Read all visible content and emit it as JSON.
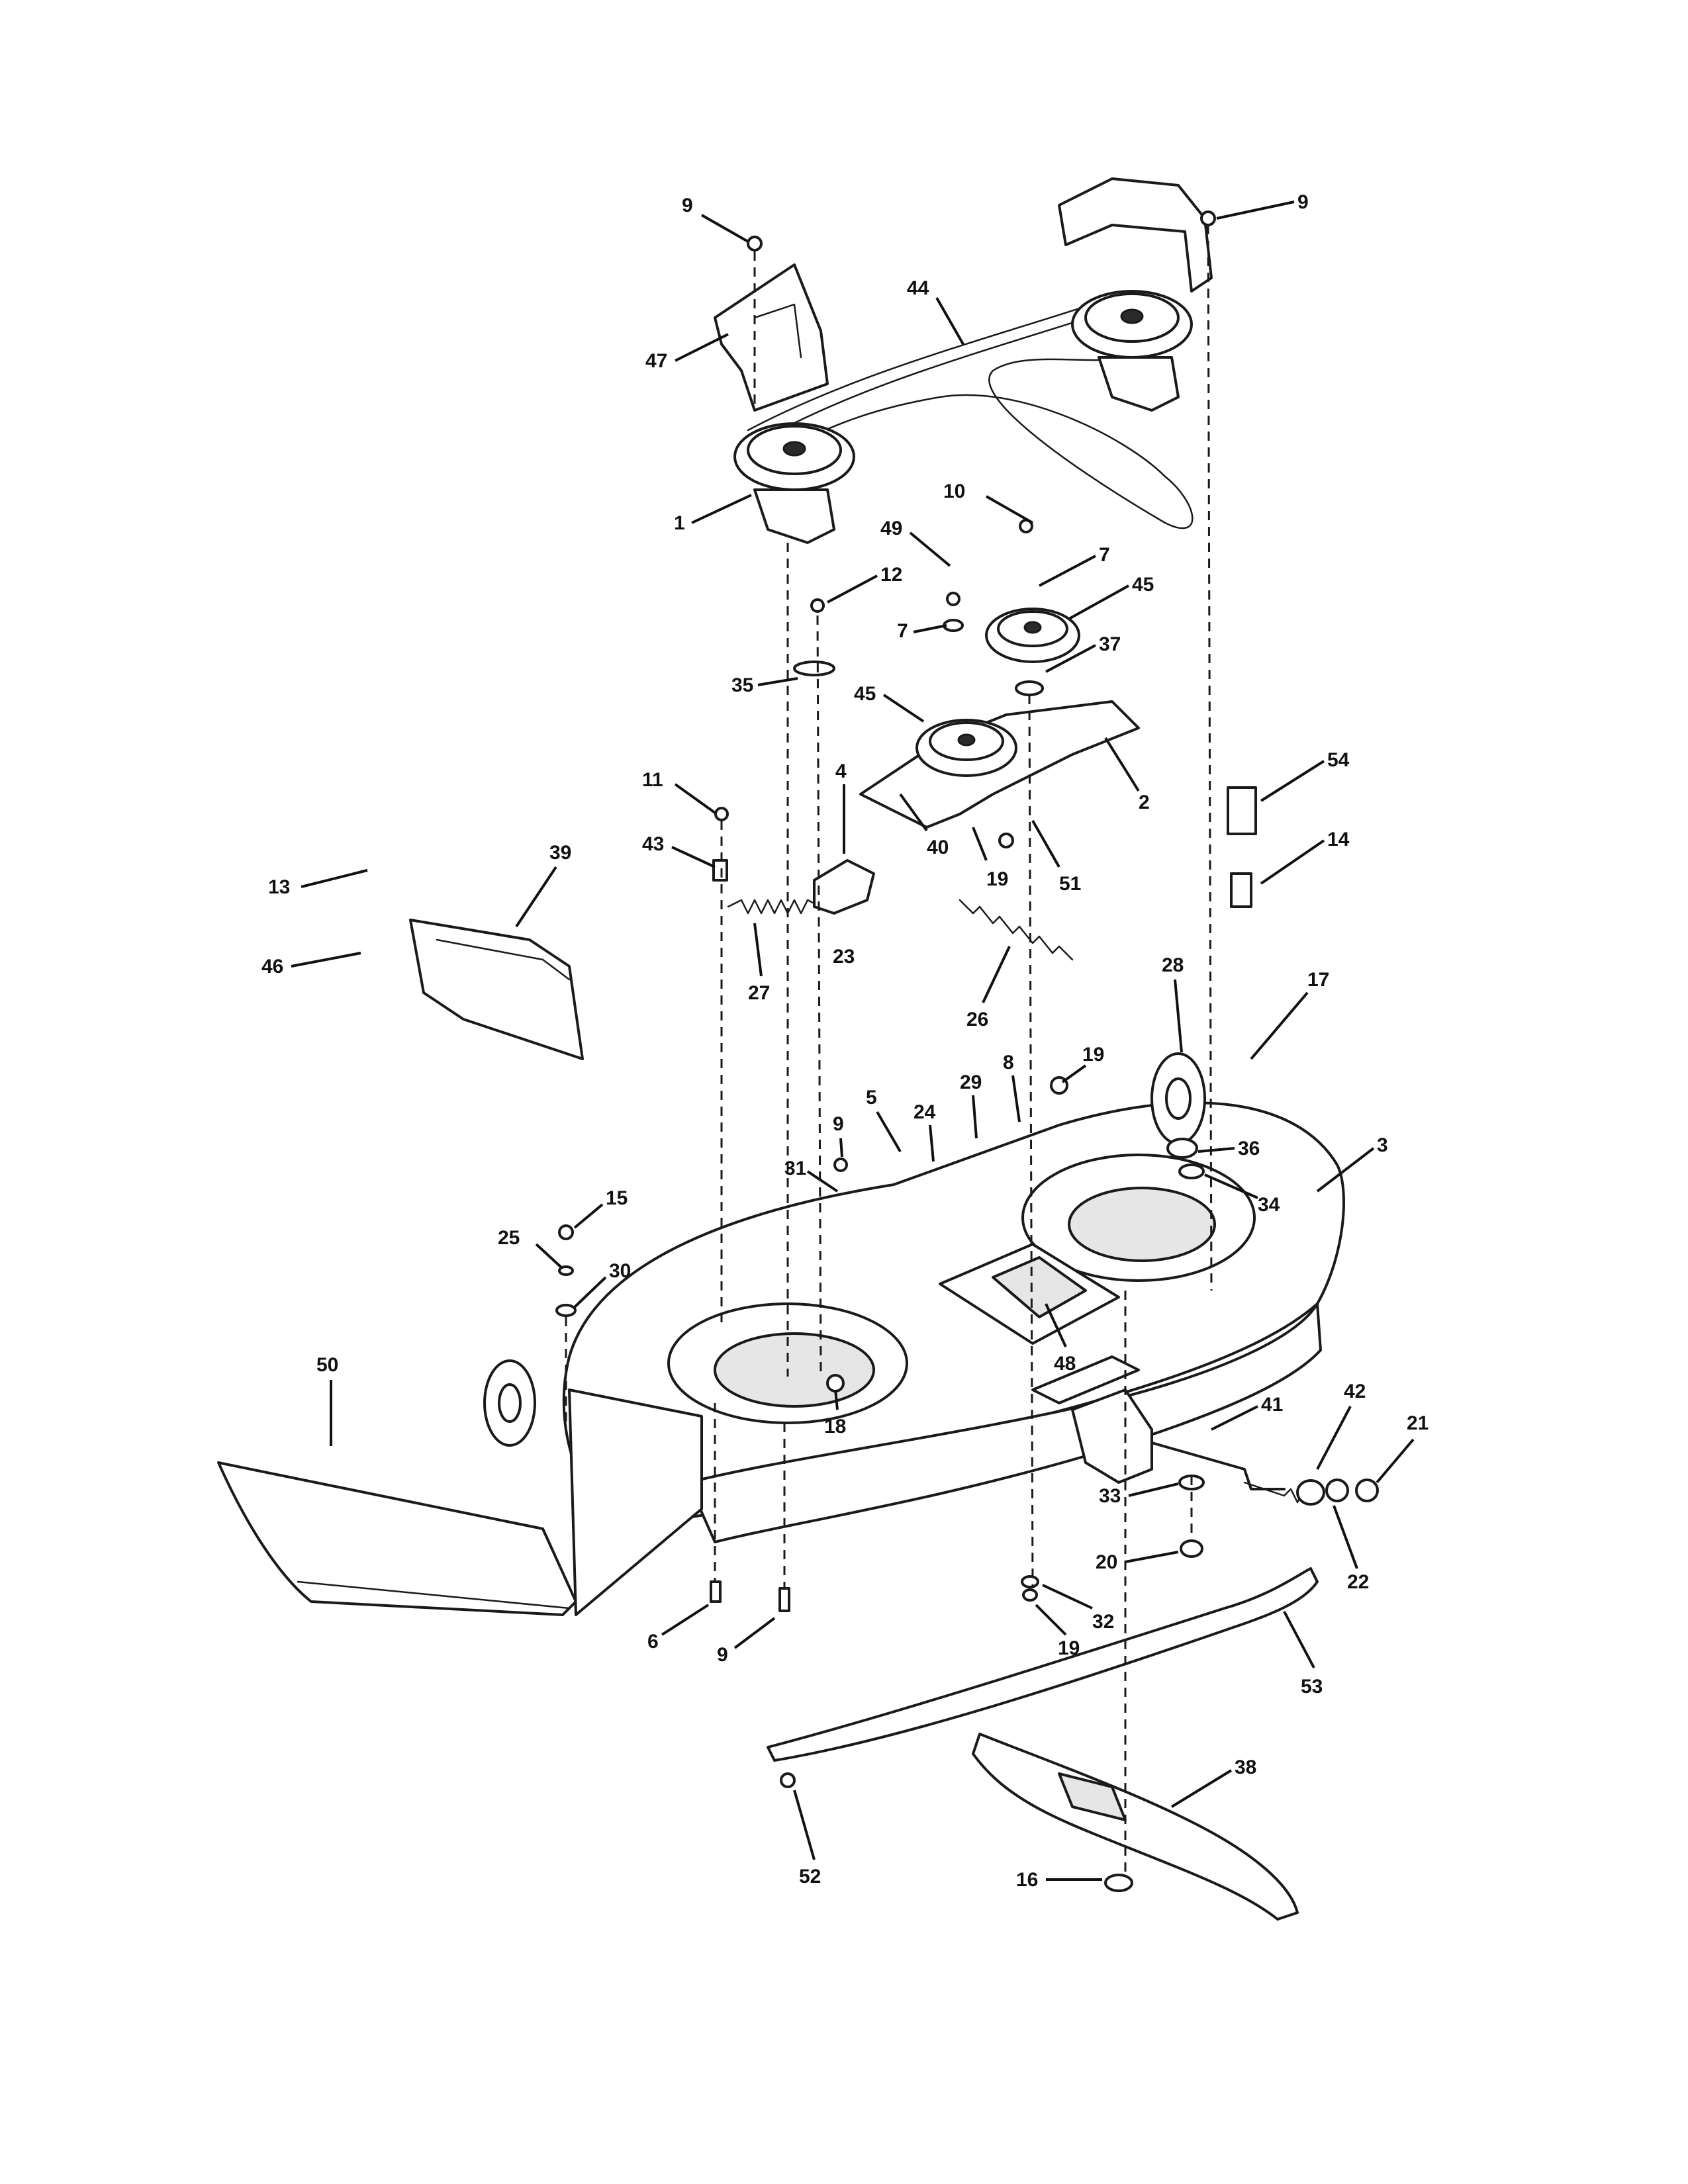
{
  "callouts": [
    {
      "id": "c9a",
      "label": "9"
    },
    {
      "id": "c9b",
      "label": "9"
    },
    {
      "id": "c44",
      "label": "44"
    },
    {
      "id": "c47",
      "label": "47"
    },
    {
      "id": "c1",
      "label": "1"
    },
    {
      "id": "c10",
      "label": "10"
    },
    {
      "id": "c49",
      "label": "49"
    },
    {
      "id": "c7a",
      "label": "7"
    },
    {
      "id": "c45a",
      "label": "45"
    },
    {
      "id": "c12",
      "label": "12"
    },
    {
      "id": "c7b",
      "label": "7"
    },
    {
      "id": "c37",
      "label": "37"
    },
    {
      "id": "c35",
      "label": "35"
    },
    {
      "id": "c45b",
      "label": "45"
    },
    {
      "id": "c2",
      "label": "2"
    },
    {
      "id": "c54",
      "label": "54"
    },
    {
      "id": "c11",
      "label": "11"
    },
    {
      "id": "c4",
      "label": "4"
    },
    {
      "id": "c40",
      "label": "40"
    },
    {
      "id": "c19a",
      "label": "19"
    },
    {
      "id": "c51",
      "label": "51"
    },
    {
      "id": "c14",
      "label": "14"
    },
    {
      "id": "c13",
      "label": "13"
    },
    {
      "id": "c39",
      "label": "39"
    },
    {
      "id": "c43",
      "label": "43"
    },
    {
      "id": "c23",
      "label": "23"
    },
    {
      "id": "c46",
      "label": "46"
    },
    {
      "id": "c27",
      "label": "27"
    },
    {
      "id": "c26",
      "label": "26"
    },
    {
      "id": "c28",
      "label": "28"
    },
    {
      "id": "c17",
      "label": "17"
    },
    {
      "id": "c19b",
      "label": "19"
    },
    {
      "id": "c8",
      "label": "8"
    },
    {
      "id": "c29",
      "label": "29"
    },
    {
      "id": "c5",
      "label": "5"
    },
    {
      "id": "c24",
      "label": "24"
    },
    {
      "id": "c9c",
      "label": "9"
    },
    {
      "id": "c36",
      "label": "36"
    },
    {
      "id": "c3",
      "label": "3"
    },
    {
      "id": "c34",
      "label": "34"
    },
    {
      "id": "c31",
      "label": "31"
    },
    {
      "id": "c15",
      "label": "15"
    },
    {
      "id": "c25",
      "label": "25"
    },
    {
      "id": "c30",
      "label": "30"
    },
    {
      "id": "c48",
      "label": "48"
    },
    {
      "id": "c50",
      "label": "50"
    },
    {
      "id": "c18",
      "label": "18"
    },
    {
      "id": "c41",
      "label": "41"
    },
    {
      "id": "c42",
      "label": "42"
    },
    {
      "id": "c21",
      "label": "21"
    },
    {
      "id": "c33",
      "label": "33"
    },
    {
      "id": "c22",
      "label": "22"
    },
    {
      "id": "c20",
      "label": "20"
    },
    {
      "id": "c32",
      "label": "32"
    },
    {
      "id": "c19c",
      "label": "19"
    },
    {
      "id": "c6",
      "label": "6"
    },
    {
      "id": "c9d",
      "label": "9"
    },
    {
      "id": "c53",
      "label": "53"
    },
    {
      "id": "c38",
      "label": "38"
    },
    {
      "id": "c52",
      "label": "52"
    },
    {
      "id": "c16",
      "label": "16"
    }
  ]
}
